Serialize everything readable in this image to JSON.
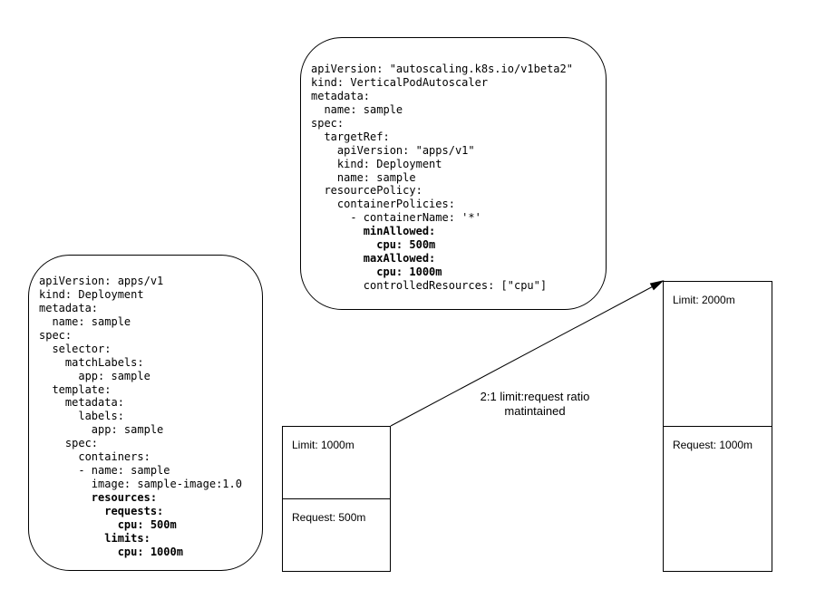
{
  "vpa_yaml": {
    "lines": [
      {
        "text": "apiVersion: \"autoscaling.k8s.io/v1beta2\"",
        "bold": false
      },
      {
        "text": "kind: VerticalPodAutoscaler",
        "bold": false
      },
      {
        "text": "metadata:",
        "bold": false
      },
      {
        "text": "  name: sample",
        "bold": false
      },
      {
        "text": "spec:",
        "bold": false
      },
      {
        "text": "  targetRef:",
        "bold": false
      },
      {
        "text": "    apiVersion: \"apps/v1\"",
        "bold": false
      },
      {
        "text": "    kind: Deployment",
        "bold": false
      },
      {
        "text": "    name: sample",
        "bold": false
      },
      {
        "text": "  resourcePolicy:",
        "bold": false
      },
      {
        "text": "    containerPolicies:",
        "bold": false
      },
      {
        "text": "      - containerName: '*'",
        "bold": false
      },
      {
        "text": "        minAllowed:",
        "bold": true
      },
      {
        "text": "          cpu: 500m",
        "bold": true
      },
      {
        "text": "        maxAllowed:",
        "bold": true
      },
      {
        "text": "          cpu: 1000m",
        "bold": true
      },
      {
        "text": "        controlledResources: [\"cpu\"]",
        "bold": false
      }
    ]
  },
  "deployment_yaml": {
    "lines": [
      {
        "text": "apiVersion: apps/v1",
        "bold": false
      },
      {
        "text": "kind: Deployment",
        "bold": false
      },
      {
        "text": "metadata:",
        "bold": false
      },
      {
        "text": "  name: sample",
        "bold": false
      },
      {
        "text": "spec:",
        "bold": false
      },
      {
        "text": "  selector:",
        "bold": false
      },
      {
        "text": "    matchLabels:",
        "bold": false
      },
      {
        "text": "      app: sample",
        "bold": false
      },
      {
        "text": "  template:",
        "bold": false
      },
      {
        "text": "    metadata:",
        "bold": false
      },
      {
        "text": "      labels:",
        "bold": false
      },
      {
        "text": "        app: sample",
        "bold": false
      },
      {
        "text": "    spec:",
        "bold": false
      },
      {
        "text": "      containers:",
        "bold": false
      },
      {
        "text": "      - name: sample",
        "bold": false
      },
      {
        "text": "        image: sample-image:1.0",
        "bold": false
      },
      {
        "text": "        resources:",
        "bold": true
      },
      {
        "text": "          requests:",
        "bold": true
      },
      {
        "text": "            cpu: 500m",
        "bold": true
      },
      {
        "text": "          limits:",
        "bold": true
      },
      {
        "text": "            cpu: 1000m",
        "bold": true
      }
    ]
  },
  "before": {
    "limit_label": "Limit: 1000m",
    "request_label": "Request: 500m"
  },
  "after": {
    "limit_label": "Limit: 2000m",
    "request_label": "Request: 1000m"
  },
  "arrow_label": {
    "line1": "2:1 limit:request ratio",
    "line2": "matintained"
  }
}
